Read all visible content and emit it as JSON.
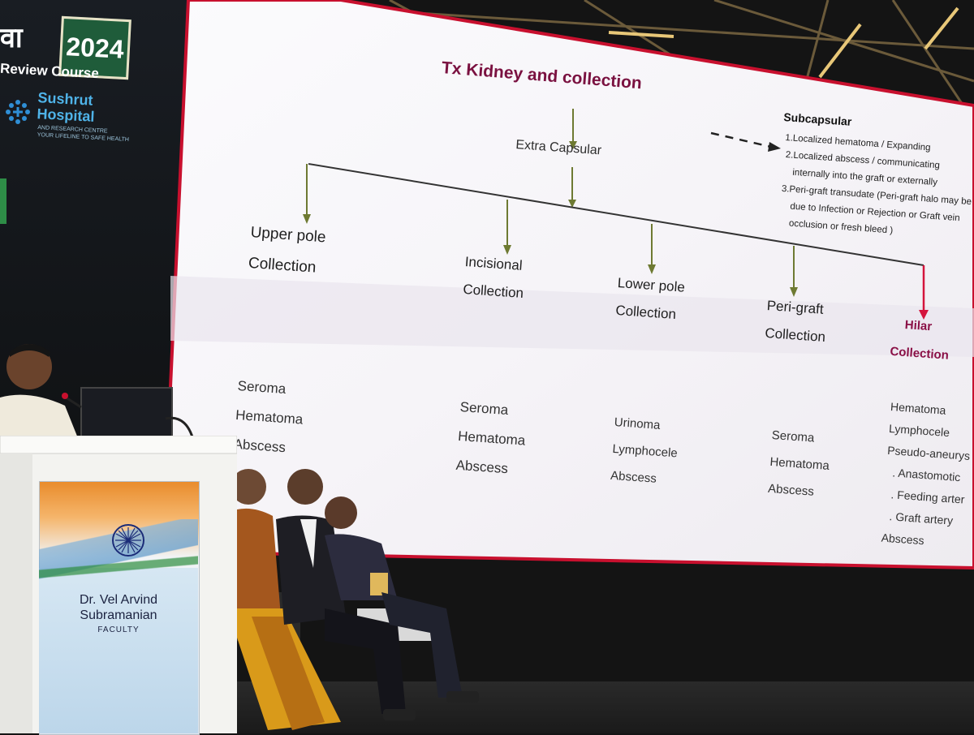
{
  "banner": {
    "script_glyph": "वा",
    "year": "2024",
    "course": "Review Course",
    "hospital_name_line1": "Sushrut",
    "hospital_name_line2": "Hospital",
    "hospital_sub_line1": "AND RESEARCH CENTRE",
    "hospital_sub_line2": "YOUR LIFELINE TO SAFE HEALTH"
  },
  "slide": {
    "title": "Tx Kidney and collection",
    "extra_capsular": "Extra Capsular",
    "subcapsular": {
      "title": "Subcapsular",
      "lines": [
        "1.Localized hematoma / Expanding",
        "2.Localized abscess / communicating",
        "internally into the graft or externally",
        "3.Peri-graft transudate (Peri-graft  halo may be",
        "due to Infection or Rejection or Graft vein",
        "occlusion or  fresh bleed  )"
      ]
    },
    "categories": [
      {
        "line1": "Upper pole",
        "line2": "Collection",
        "items": [
          "Seroma",
          "Hematoma",
          "Abscess"
        ]
      },
      {
        "line1": "Incisional",
        "line2": "Collection",
        "items": [
          "Seroma",
          "Hematoma",
          "Abscess"
        ]
      },
      {
        "line1": "Lower pole",
        "line2": "Collection",
        "items": [
          "Urinoma",
          "Lymphocele",
          "Abscess"
        ]
      },
      {
        "line1": "Peri-graft",
        "line2": "Collection",
        "items": [
          "Seroma",
          "Hematoma",
          "Abscess"
        ]
      },
      {
        "line1": "Hilar",
        "line2": "Collection",
        "items": [
          "Hematoma",
          "Lymphocele",
          "Pseudo-aneurys",
          ". Anastomotic",
          ". Feeding arter",
          ". Graft artery",
          "Abscess"
        ]
      }
    ]
  },
  "podium": {
    "speaker_name_line1": "Dr. Vel Arvind",
    "speaker_name_line2": "Subramanian",
    "speaker_role": "FACULTY"
  },
  "colors": {
    "title": "#7a1140",
    "hilar": "#8a1046",
    "arrow": "#6e7a32",
    "hilar_arrow": "#d4143c",
    "screen_border": "#c8102e"
  }
}
